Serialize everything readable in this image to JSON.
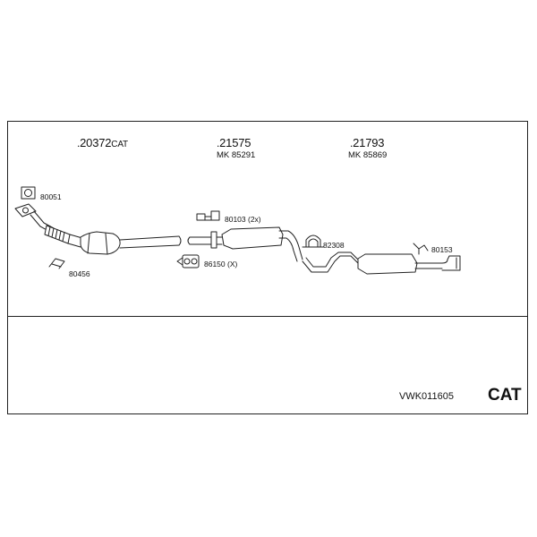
{
  "parts": [
    {
      "number": "20372",
      "suffix": "CAT",
      "mk": ""
    },
    {
      "number": "21575",
      "suffix": "",
      "mk": "MK 85291"
    },
    {
      "number": "21793",
      "suffix": "",
      "mk": "MK 85869"
    }
  ],
  "accessories": {
    "a80051": "80051",
    "a80456": "80456",
    "a80103": "80103 (2x)",
    "a86150": "86150 (X)",
    "a82308": "82308",
    "a80153": "80153"
  },
  "kit_reference": "VWK011605",
  "category": "CAT"
}
